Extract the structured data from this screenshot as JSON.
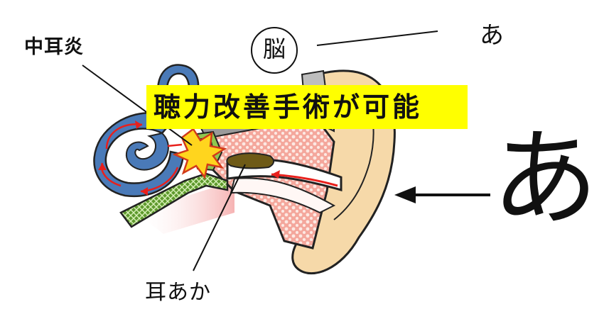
{
  "labels": {
    "otitis_media": "中耳炎",
    "brain": "脳",
    "sound_small": "あ",
    "sound_big": "あ",
    "earwax": "耳あか"
  },
  "banner": {
    "text": "聴力改善手術が可能"
  },
  "colors": {
    "cochlea": "#4a7ab8",
    "cochlea_arrows": "#e8201c",
    "nerve_green": "#5f9a2e",
    "skin": "#f6d9a9",
    "tissue_red": "#f08a80",
    "inflammation": "#ffd51e",
    "earwax_brown": "#6e5a16",
    "banner_bg": "#ffff00"
  }
}
